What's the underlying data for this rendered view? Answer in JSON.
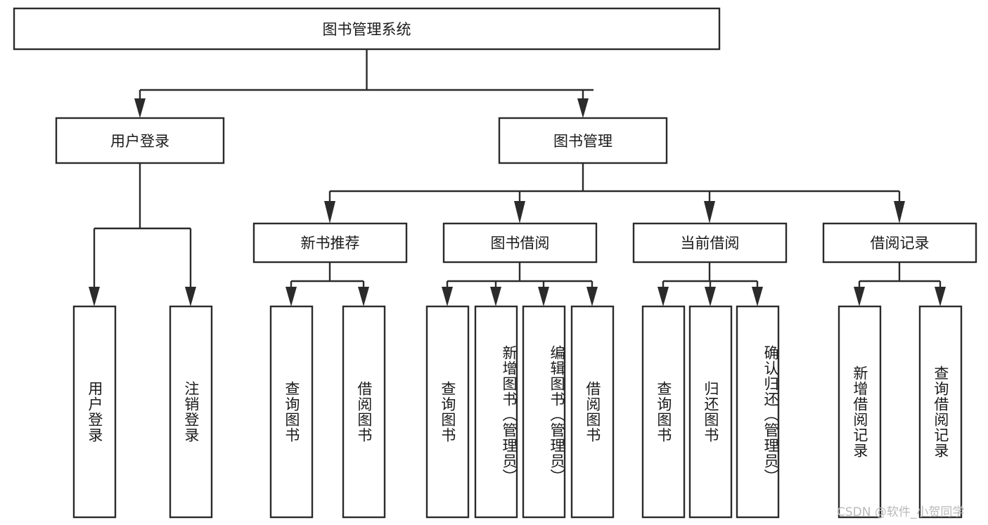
{
  "diagram": {
    "title": "图书管理系统",
    "type": "tree-hierarchy-diagram",
    "root": {
      "id": "root",
      "label": "图书管理系统",
      "orientation": "horizontal"
    },
    "level1": [
      {
        "id": "user-login",
        "label": "用户登录",
        "orientation": "horizontal"
      },
      {
        "id": "book-management",
        "label": "图书管理",
        "orientation": "horizontal"
      }
    ],
    "level2": [
      {
        "id": "new-book-recommend",
        "label": "新书推荐",
        "parent": "book-management",
        "orientation": "horizontal"
      },
      {
        "id": "book-borrow",
        "label": "图书借阅",
        "parent": "book-management",
        "orientation": "horizontal"
      },
      {
        "id": "current-borrow",
        "label": "当前借阅",
        "parent": "book-management",
        "orientation": "horizontal"
      },
      {
        "id": "borrow-record",
        "label": "借阅记录",
        "parent": "book-management",
        "orientation": "horizontal"
      }
    ],
    "leaves": [
      {
        "id": "leaf-user-login",
        "label": "用户登录",
        "parent": "user-login",
        "orientation": "vertical"
      },
      {
        "id": "leaf-user-logout",
        "label": "注销登录",
        "parent": "user-login",
        "orientation": "vertical"
      },
      {
        "id": "leaf-query-book-1",
        "label": "查询图书",
        "parent": "new-book-recommend",
        "orientation": "vertical"
      },
      {
        "id": "leaf-borrow-book-1",
        "label": "借阅图书",
        "parent": "new-book-recommend",
        "orientation": "vertical"
      },
      {
        "id": "leaf-query-book-2",
        "label": "查询图书",
        "parent": "book-borrow",
        "orientation": "vertical"
      },
      {
        "id": "leaf-add-book",
        "label": "新增图书（管理员）",
        "parent": "book-borrow",
        "orientation": "vertical"
      },
      {
        "id": "leaf-edit-book",
        "label": "编辑图书（管理员）",
        "parent": "book-borrow",
        "orientation": "vertical"
      },
      {
        "id": "leaf-borrow-book-2",
        "label": "借阅图书",
        "parent": "book-borrow",
        "orientation": "vertical"
      },
      {
        "id": "leaf-query-book-3",
        "label": "查询图书",
        "parent": "current-borrow",
        "orientation": "vertical"
      },
      {
        "id": "leaf-return-book",
        "label": "归还图书",
        "parent": "current-borrow",
        "orientation": "vertical"
      },
      {
        "id": "leaf-confirm-return",
        "label": "确认归还（管理员）",
        "parent": "current-borrow",
        "orientation": "vertical"
      },
      {
        "id": "leaf-add-record",
        "label": "新增借阅记录",
        "parent": "borrow-record",
        "orientation": "vertical"
      },
      {
        "id": "leaf-query-record",
        "label": "查询借阅记录",
        "parent": "borrow-record",
        "orientation": "vertical"
      }
    ],
    "colors": {
      "stroke": "#2b2b2b",
      "fill": "#ffffff",
      "text": "#1a1a1a",
      "watermark": "#b9b9b9",
      "background": "#ffffff"
    }
  },
  "watermark": {
    "text": "CSDN @软件_小贺同学"
  }
}
